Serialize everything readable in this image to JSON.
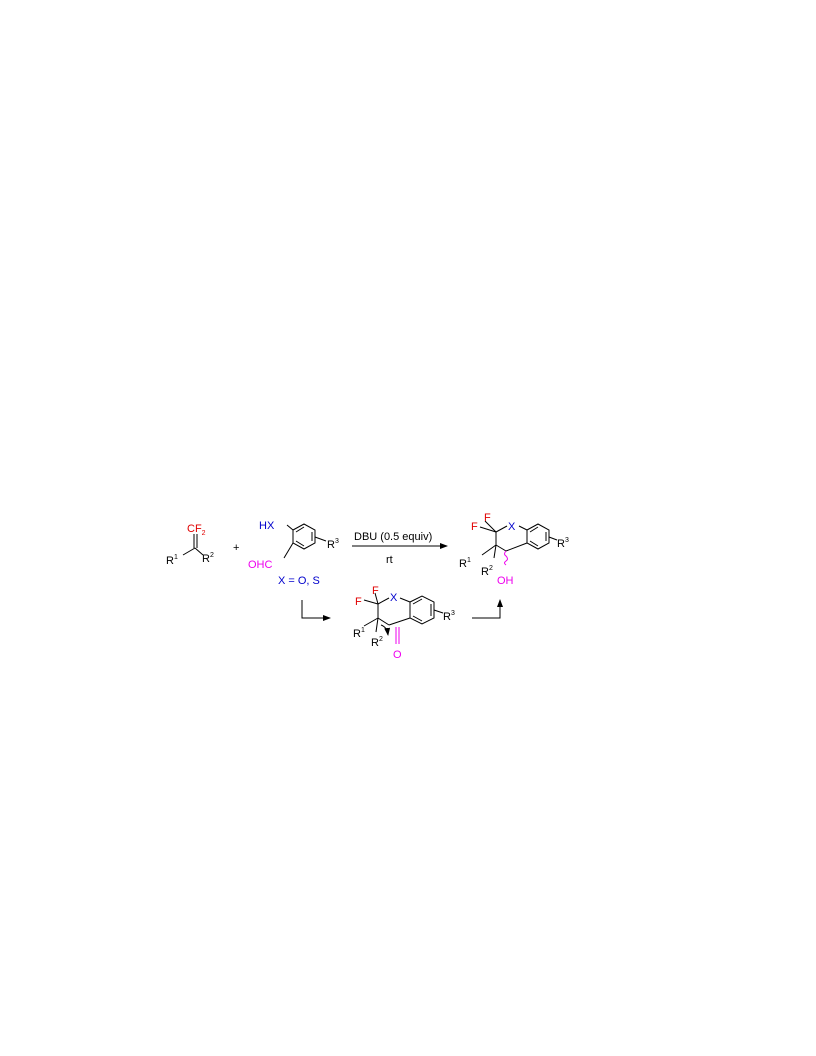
{
  "colors": {
    "fluorine": "#e00000",
    "heteroatom": "#0000cc",
    "carbonyl": "#ee00ee",
    "bond": "#000000"
  },
  "reactant1": {
    "cf2": "CF",
    "cf2_sub": "2",
    "r1": "R",
    "r1_sup": "1",
    "r2": "R",
    "r2_sup": "2"
  },
  "plus": "+",
  "reactant2": {
    "hx": "HX",
    "ohc": "OHC",
    "r3": "R",
    "r3_sup": "3",
    "x_def": "X = O, S"
  },
  "conditions": {
    "reagent": "DBU (0.5 equiv)",
    "temperature": "rt"
  },
  "intermediate": {
    "f_top": "F",
    "f_left": "F",
    "x": "X",
    "r3": "R",
    "r3_sup": "3",
    "r1": "R",
    "r1_sup": "1",
    "r2": "R",
    "r2_sup": "2",
    "o": "O"
  },
  "product": {
    "f_top": "F",
    "f_left": "F",
    "x": "X",
    "r3": "R",
    "r3_sup": "3",
    "r1": "R",
    "r1_sup": "1",
    "r2": "R",
    "r2_sup": "2",
    "oh": "OH"
  }
}
